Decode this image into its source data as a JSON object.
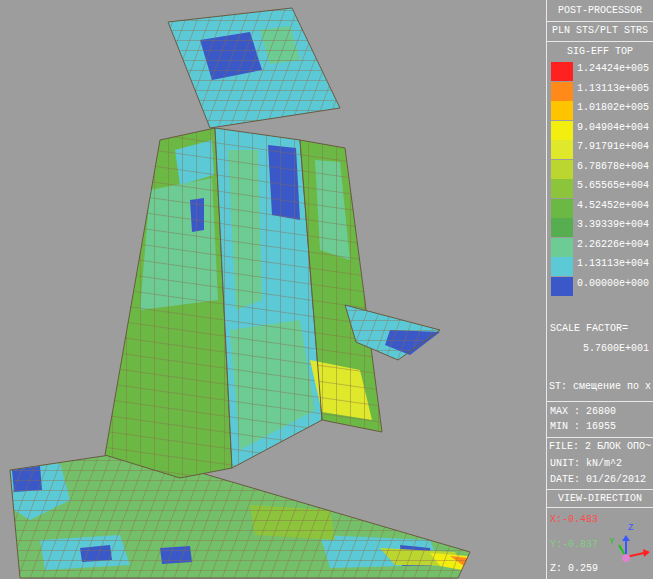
{
  "diagram": {
    "labels": [
      "POST-PROCESSOR",
      "PLN STS/PLT STRS",
      "SIG-EFF TOP",
      "SCALE FACTOR=",
      "5.7600E+001",
      "ST: смещение по x",
      "MAX : 26800",
      "MIN : 16955",
      "FILE: 2 БЛОК ОПО~",
      "UNIT: kN/m^2",
      "DATE: 01/26/2012",
      "VIEW-DIRECTION",
      "X:-0.483",
      "Y:-0.837",
      "Z: 0.259",
      "Z",
      "Y"
    ],
    "legend": [
      {
        "text": "1.24424e+005",
        "color": "#ff2020"
      },
      {
        "text": "1.13113e+005",
        "color": "#ff8a1a"
      },
      {
        "text": "1.01802e+005",
        "color": "#ffc400"
      },
      {
        "text": "9.04904e+004",
        "color": "#f2ee10"
      },
      {
        "text": "7.91791e+004",
        "color": "#dfe82a"
      },
      {
        "text": "6.78678e+004",
        "color": "#bcd630"
      },
      {
        "text": "5.65565e+004",
        "color": "#8cc43c"
      },
      {
        "text": "4.52452e+004",
        "color": "#6cb844"
      },
      {
        "text": "3.39339e+004",
        "color": "#56ae50"
      },
      {
        "text": "2.26226e+004",
        "color": "#6ccc94"
      },
      {
        "text": "1.13113e+004",
        "color": "#5ccad6"
      },
      {
        "text": "0.00000e+000",
        "color": "#3a58c8"
      }
    ]
  }
}
